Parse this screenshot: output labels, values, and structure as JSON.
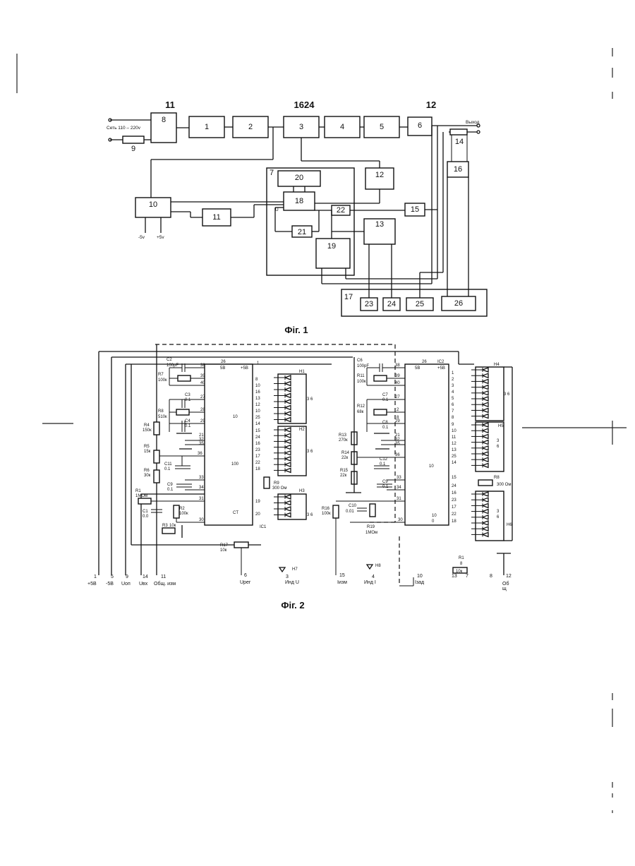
{
  "figure1": {
    "caption": "Фіг. 1",
    "top_labels": [
      "11",
      "1624",
      "12"
    ],
    "input_label": "Сеть 110 – 220v",
    "output_label": "Выход",
    "power_labels": [
      "-5v",
      "+5v"
    ],
    "u_label": "U",
    "blocks": {
      "b1": "1",
      "b2": "2",
      "b3": "3",
      "b4": "4",
      "b5": "5",
      "b6": "6",
      "b7": "7",
      "b8": "8",
      "b9": "9",
      "b10": "10",
      "b11": "11",
      "b12": "12",
      "b13": "13",
      "b14": "14",
      "b15": "15",
      "b16": "16",
      "b17": "17",
      "b18": "18",
      "b19": "19",
      "b20": "20",
      "b21": "21",
      "b22": "22",
      "b23": "23",
      "b24": "24",
      "b25": "25",
      "b26": "26"
    }
  },
  "figure2": {
    "caption": "Фіг. 2",
    "ic1": {
      "name": "IC1",
      "label_100": "100",
      "label_ct": "CT",
      "pin_top_left": "26",
      "pin_top_5b": "5B",
      "pin_top_right": "1",
      "plus5": "+5B",
      "label_10": "10"
    },
    "ic2": {
      "name": "IC2",
      "label_10": "10",
      "label_0": "0",
      "pin_top_left": "26",
      "pin_top_5b": "5B",
      "plus5": "+5B",
      "label_10b": "10"
    },
    "left_components": [
      {
        "ref": "C2",
        "val": "100pF"
      },
      {
        "ref": "R7",
        "val": "100к"
      },
      {
        "ref": "C3",
        "val": "0.1"
      },
      {
        "ref": "R8",
        "val": "510к"
      },
      {
        "ref": "C4",
        "val": "0.1"
      },
      {
        "ref": "R4",
        "val": "150к"
      },
      {
        "ref": "R5",
        "val": "15к"
      },
      {
        "ref": "C11",
        "val": "0.1"
      },
      {
        "ref": "R6",
        "val": "30к"
      },
      {
        "ref": "C9",
        "val": "0.1"
      },
      {
        "ref": "R1",
        "val": "1MOм"
      },
      {
        "ref": "C1",
        "val": "0.0"
      },
      {
        "ref": "R2",
        "val": "100к"
      },
      {
        "ref": "R3",
        "val": "10к"
      },
      {
        "ref": "R17",
        "val": "10к"
      }
    ],
    "right_components": [
      {
        "ref": "C6",
        "val": "100pF"
      },
      {
        "ref": "R11",
        "val": "100к"
      },
      {
        "ref": "C7",
        "val": "0.1"
      },
      {
        "ref": "R12",
        "val": "68к"
      },
      {
        "ref": "C8",
        "val": "0.1"
      },
      {
        "ref": "R13",
        "val": "270к"
      },
      {
        "ref": "R14",
        "val": "22к"
      },
      {
        "ref": "C12",
        "val": "0.1"
      },
      {
        "ref": "R15",
        "val": "22к"
      },
      {
        "ref": "C9",
        "val": "0.1"
      },
      {
        "ref": "R16",
        "val": "100к"
      },
      {
        "ref": "C10",
        "val": "0.01"
      },
      {
        "ref": "R19",
        "val": "1MOм"
      }
    ],
    "displays": {
      "h1": "H1",
      "h2": "H2",
      "h3": "H3",
      "h4": "H4",
      "h5": "H5",
      "h6": "H6",
      "r9": "R9",
      "r9_val": "300 Ом",
      "r8": "R8",
      "r8_val": "300 Ом"
    },
    "terminals": [
      {
        "num": "1",
        "label": "+5B"
      },
      {
        "num": "5",
        "label": "-5B"
      },
      {
        "num": "9",
        "label": "Uоп"
      },
      {
        "num": "14",
        "label": "Uвх"
      },
      {
        "num": "11",
        "label": "Общ. изм"
      },
      {
        "num": "6",
        "label": "Uрег"
      },
      {
        "num": "3",
        "label": "Инд U"
      },
      {
        "num": "15",
        "label": "Iизм"
      },
      {
        "num": "4",
        "label": "Инд I"
      },
      {
        "num": "10",
        "label": "Iзад"
      },
      {
        "num": "13",
        "label": ""
      },
      {
        "num": "7",
        "label": ""
      },
      {
        "num": "8",
        "label": ""
      },
      {
        "num": "12",
        "label": "Об щ"
      }
    ],
    "leds": {
      "h7": "H7",
      "h8": "H8"
    },
    "r1_small": {
      "ref": "R1",
      "val": "8",
      "val2": "10к"
    }
  }
}
